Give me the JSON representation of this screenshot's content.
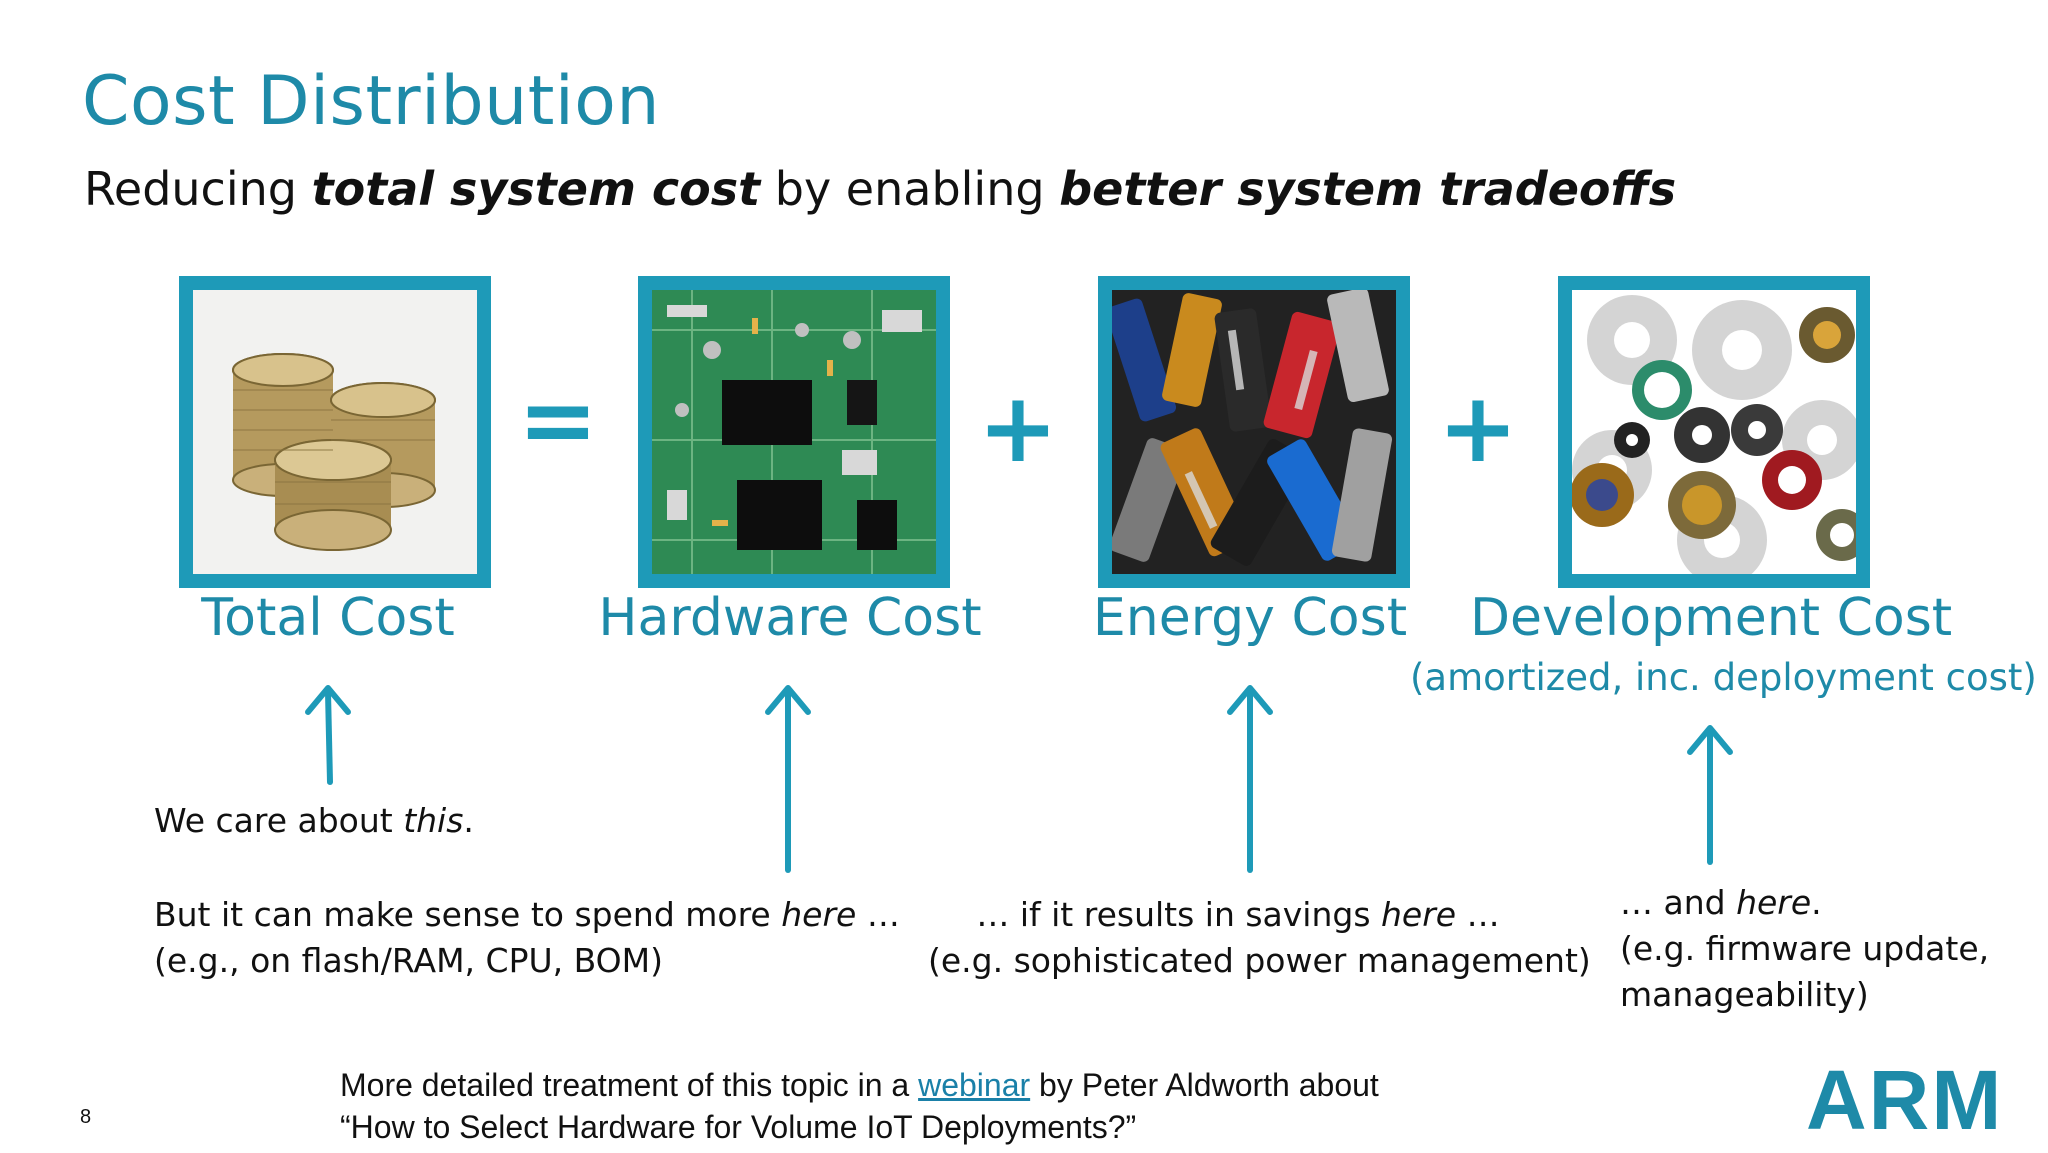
{
  "slide": {
    "title": "Cost Distribution",
    "subtitle": {
      "part1": "Reducing ",
      "emph1": "total system cost",
      "part2": " by enabling ",
      "emph2": "better system tradeoffs"
    },
    "operators": {
      "equals": "=",
      "plus1": "+",
      "plus2": "+"
    },
    "items": [
      {
        "label": "Total Cost",
        "image": "coins-stack-image"
      },
      {
        "label": "Hardware Cost",
        "image": "circuit-board-image"
      },
      {
        "label": "Energy Cost",
        "image": "batteries-image"
      },
      {
        "label": "Development Cost",
        "sublabel": "(amortized, inc. deployment cost)",
        "image": "gears-image"
      }
    ],
    "notes": {
      "care_pre": "We care about ",
      "care_emph": "this",
      "care_post": ".",
      "spend_pre": "But it can make sense to spend more ",
      "spend_emph": "here",
      "spend_post": " …",
      "spend_eg": "(e.g., on flash/RAM, CPU, BOM)",
      "save_pre": "… if it results in savings ",
      "save_emph": "here",
      "save_post": " …",
      "save_eg": "(e.g. sophisticated power management)",
      "and_pre": "… and ",
      "and_emph": "here",
      "and_post": ".",
      "and_eg1": "(e.g. firmware update,",
      "and_eg2": "manageability)"
    },
    "footer": {
      "line1_pre": "More detailed treatment of this topic in a ",
      "link": "webinar",
      "line1_post": " by Peter Aldworth about",
      "line2": "“How to Select Hardware for Volume IoT Deployments?”"
    },
    "page_number": "8",
    "logo_text": "ARM",
    "colors": {
      "accent": "#1e9ab8",
      "title": "#1e8aa8",
      "text": "#111111"
    }
  }
}
